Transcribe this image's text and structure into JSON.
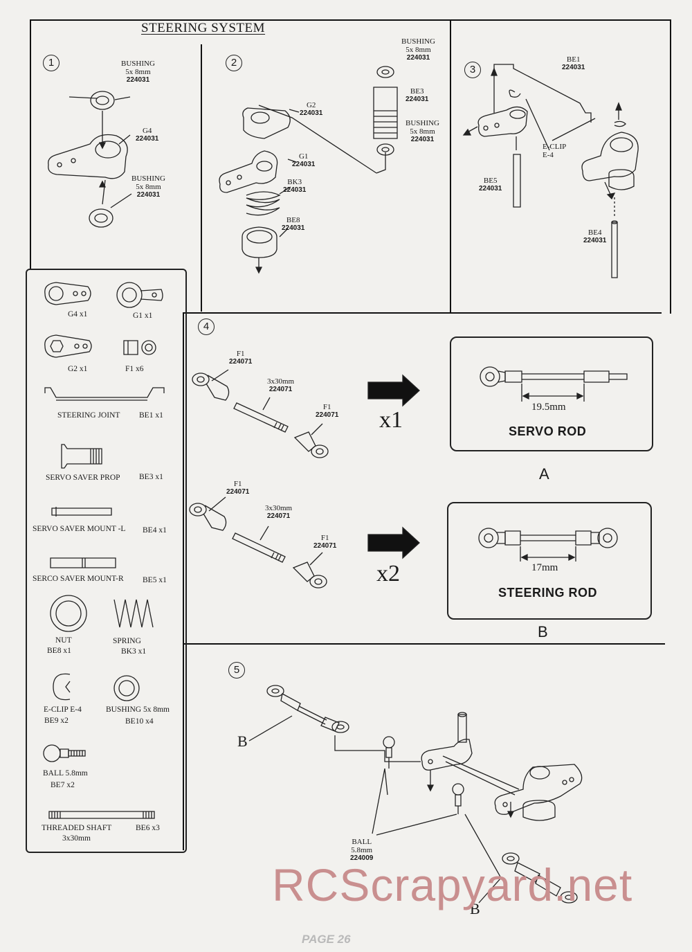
{
  "title": "STEERING SYSTEM",
  "steps": {
    "s1": "1",
    "s2": "2",
    "s3": "3",
    "s4": "4",
    "s5": "5"
  },
  "step1": {
    "bushing_top": [
      "BUSHING",
      "5x 8mm",
      "224031"
    ],
    "g4": [
      "G4",
      "224031"
    ],
    "bushing_bottom": [
      "BUSHING",
      "5x 8mm",
      "224031"
    ]
  },
  "step2": {
    "bushing_top": [
      "BUSHING",
      "5x 8mm",
      "224031"
    ],
    "be3": [
      "BE3",
      "224031"
    ],
    "bushing_mid": [
      "BUSHING",
      "5x 8mm",
      "224031"
    ],
    "g2": [
      "G2",
      "224031"
    ],
    "g1": [
      "G1",
      "224031"
    ],
    "bk3": [
      "BK3",
      "224031"
    ],
    "be8": [
      "BE8",
      "224031"
    ]
  },
  "step3": {
    "be1": [
      "BE1",
      "224031"
    ],
    "eclip": [
      "E-CLIP",
      "E-4"
    ],
    "be5": [
      "BE5",
      "224031"
    ],
    "be4": [
      "BE4",
      "224031"
    ]
  },
  "parts": {
    "g4": "G4 x1",
    "g1": "G1 x1",
    "g2": "G2 x1",
    "f1": "F1    x6",
    "steering_joint": "STEERING JOINT",
    "be1": "BE1   x1",
    "servo_saver_prop": "SERVO SAVER PROP",
    "be3": "BE3   x1",
    "servo_saver_mount_l": "SERVO SAVER MOUNT -L",
    "be4": "BE4   x1",
    "serco_saver_mount_r": "SERCO SAVER MOUNT-R",
    "be5": "BE5   x1",
    "nut": "NUT",
    "be8": "BE8      x1",
    "spring": "SPRING",
    "bk3": "BK3      x1",
    "eclip": "E-CLIP    E-4",
    "be9": "BE9     x2",
    "bushing": "BUSHING    5x 8mm",
    "be10": "BE10    x4",
    "ball": "BALL 5.8mm",
    "be7": "BE7    x2",
    "threaded_shaft": "THREADED SHAFT",
    "be6": "BE6    x3",
    "threaded_size": "3x30mm"
  },
  "step4": {
    "row1": {
      "f1a": [
        "F1",
        "224071"
      ],
      "shaft": [
        "3x30mm",
        "224071"
      ],
      "f1b": [
        "F1",
        "224071"
      ],
      "mult": "x1"
    },
    "row2": {
      "f1a": [
        "F1",
        "224071"
      ],
      "shaft": [
        "3x30mm",
        "224071"
      ],
      "f1b": [
        "F1",
        "224071"
      ],
      "mult": "x2"
    },
    "servo_rod": {
      "dim": "19.5mm",
      "name": "SERVO ROD",
      "letter": "A"
    },
    "steering_rod": {
      "dim": "17mm",
      "name": "STEERING ROD",
      "letter": "B"
    }
  },
  "step5": {
    "b_top": "B",
    "b_bottom": "B",
    "ball": [
      "BALL",
      "5.8mm",
      "224009"
    ]
  },
  "watermark": "RCScrapyard.net",
  "footer": "PAGE  26"
}
